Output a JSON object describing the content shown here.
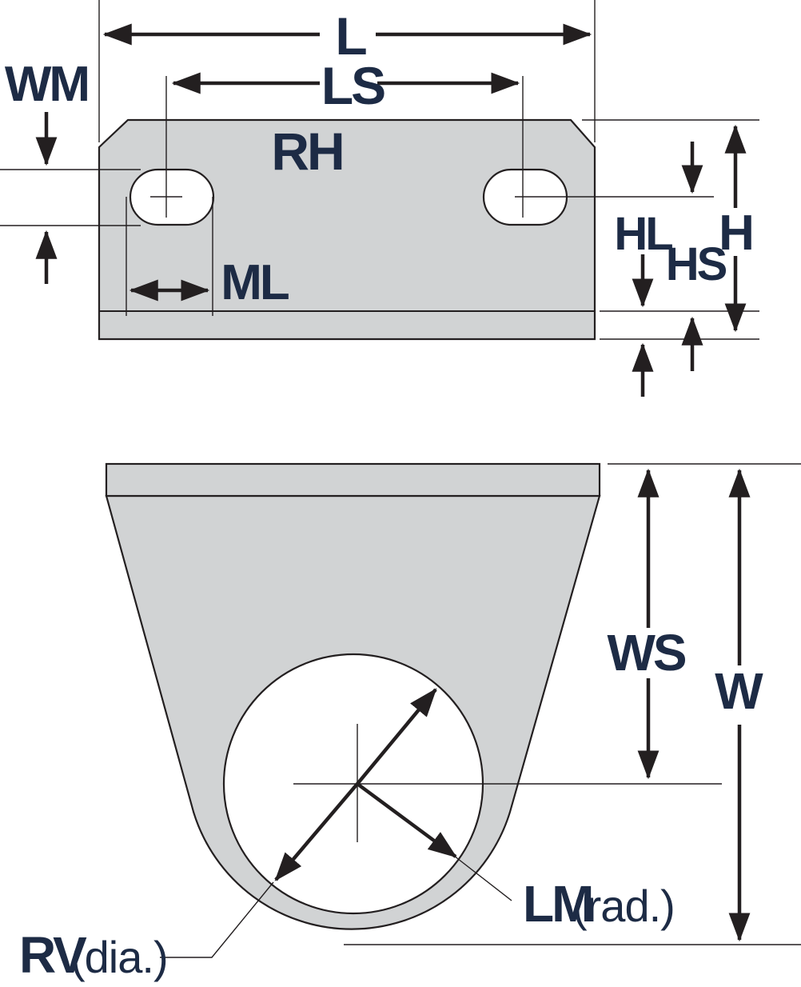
{
  "colors": {
    "part_fill": "#d1d3d4",
    "line": "#231f20",
    "label": "#1d2b45"
  },
  "views": {
    "top": {
      "labels": {
        "L": "L",
        "LS": "LS",
        "RH": "RH",
        "WM": "WM",
        "ML": "ML",
        "HL": "HL",
        "HS": "HS",
        "H": "H"
      }
    },
    "side": {
      "labels": {
        "WS": "WS",
        "W": "W",
        "LM": "LM",
        "LM_note": "(rad.)",
        "RV": "RV",
        "RV_note": "(dia.)"
      }
    }
  }
}
